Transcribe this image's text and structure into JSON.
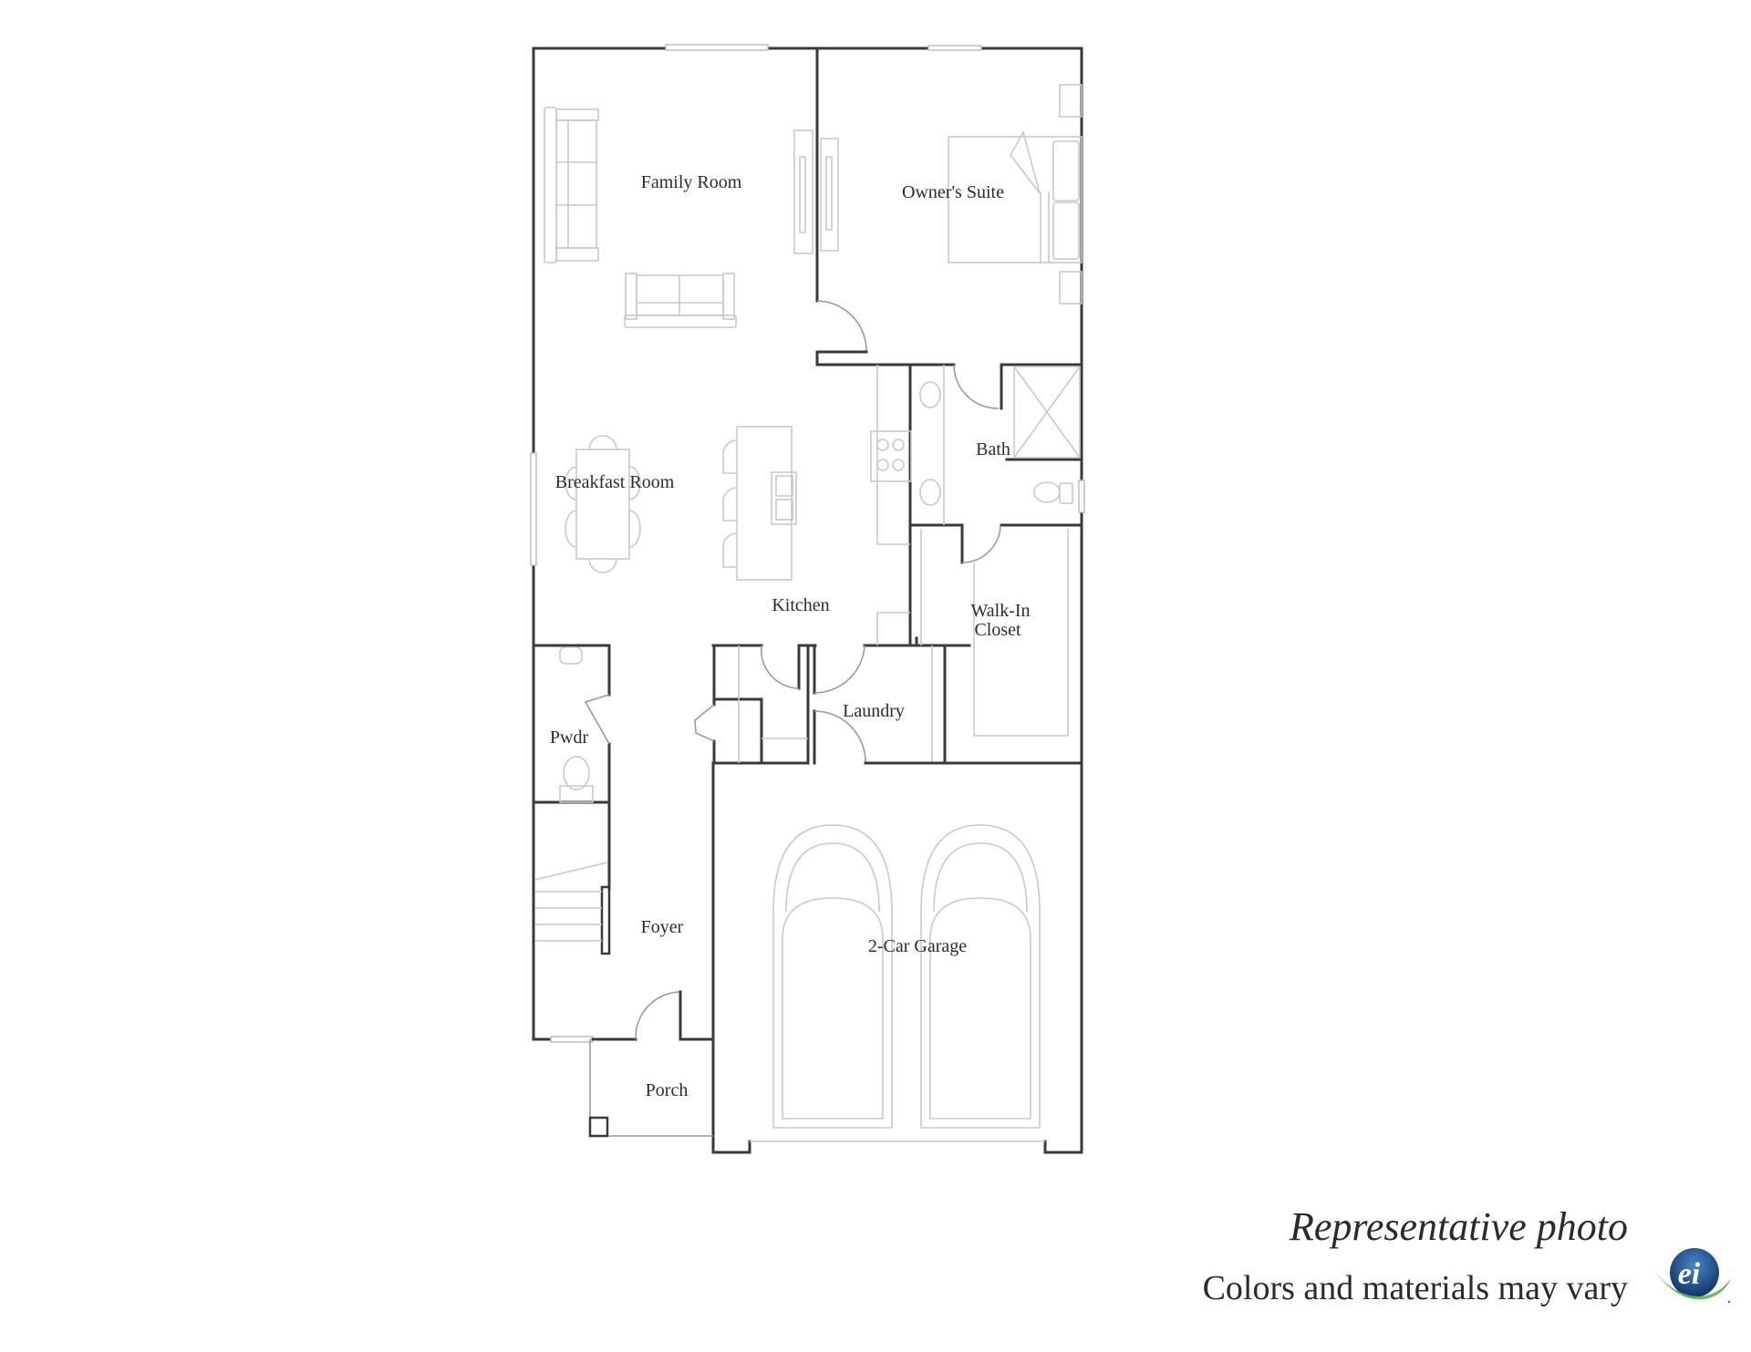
{
  "floor_plan": {
    "rooms": {
      "family_room": "Family Room",
      "owners_suite": "Owner's Suite",
      "breakfast_room": "Breakfast Room",
      "kitchen": "Kitchen",
      "bath": "Bath",
      "walk_in_closet_line1": "Walk-In",
      "walk_in_closet_line2": "Closet",
      "laundry": "Laundry",
      "pwdr": "Pwdr",
      "foyer": "Foyer",
      "garage": "2-Car Garage",
      "porch": "Porch"
    },
    "colors": {
      "wall": "#3a3a3a",
      "fixture": "#c9c9c9",
      "background": "#ffffff"
    }
  },
  "footer": {
    "disclaimer_title": "Representative photo",
    "disclaimer_note": "Colors and materials may vary"
  },
  "logo": {
    "text": "ei",
    "colors": {
      "circle": "#1d4a86",
      "leaf": "#5fb24a"
    }
  }
}
